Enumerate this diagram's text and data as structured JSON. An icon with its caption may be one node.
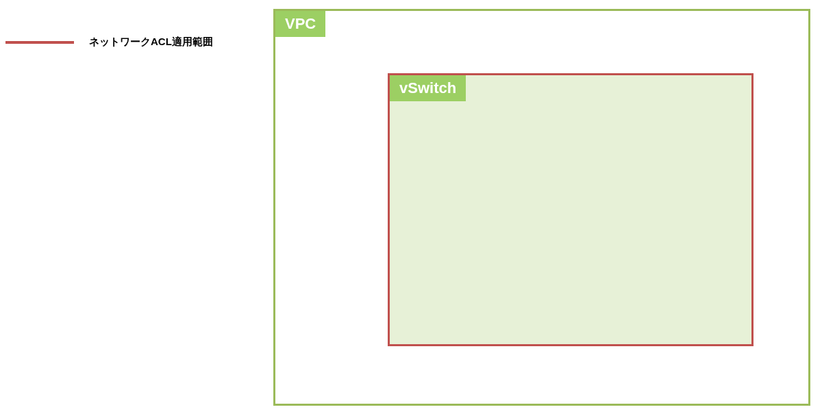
{
  "diagram": {
    "nodes": [
      {
        "text": [
          "VPC"
        ]
      },
      {
        "text": [
          "vSwitch"
        ],
        "in": 0
      }
    ],
    "legend": [
      {
        "text": "ネットワークACL適用範囲"
      }
    ]
  }
}
